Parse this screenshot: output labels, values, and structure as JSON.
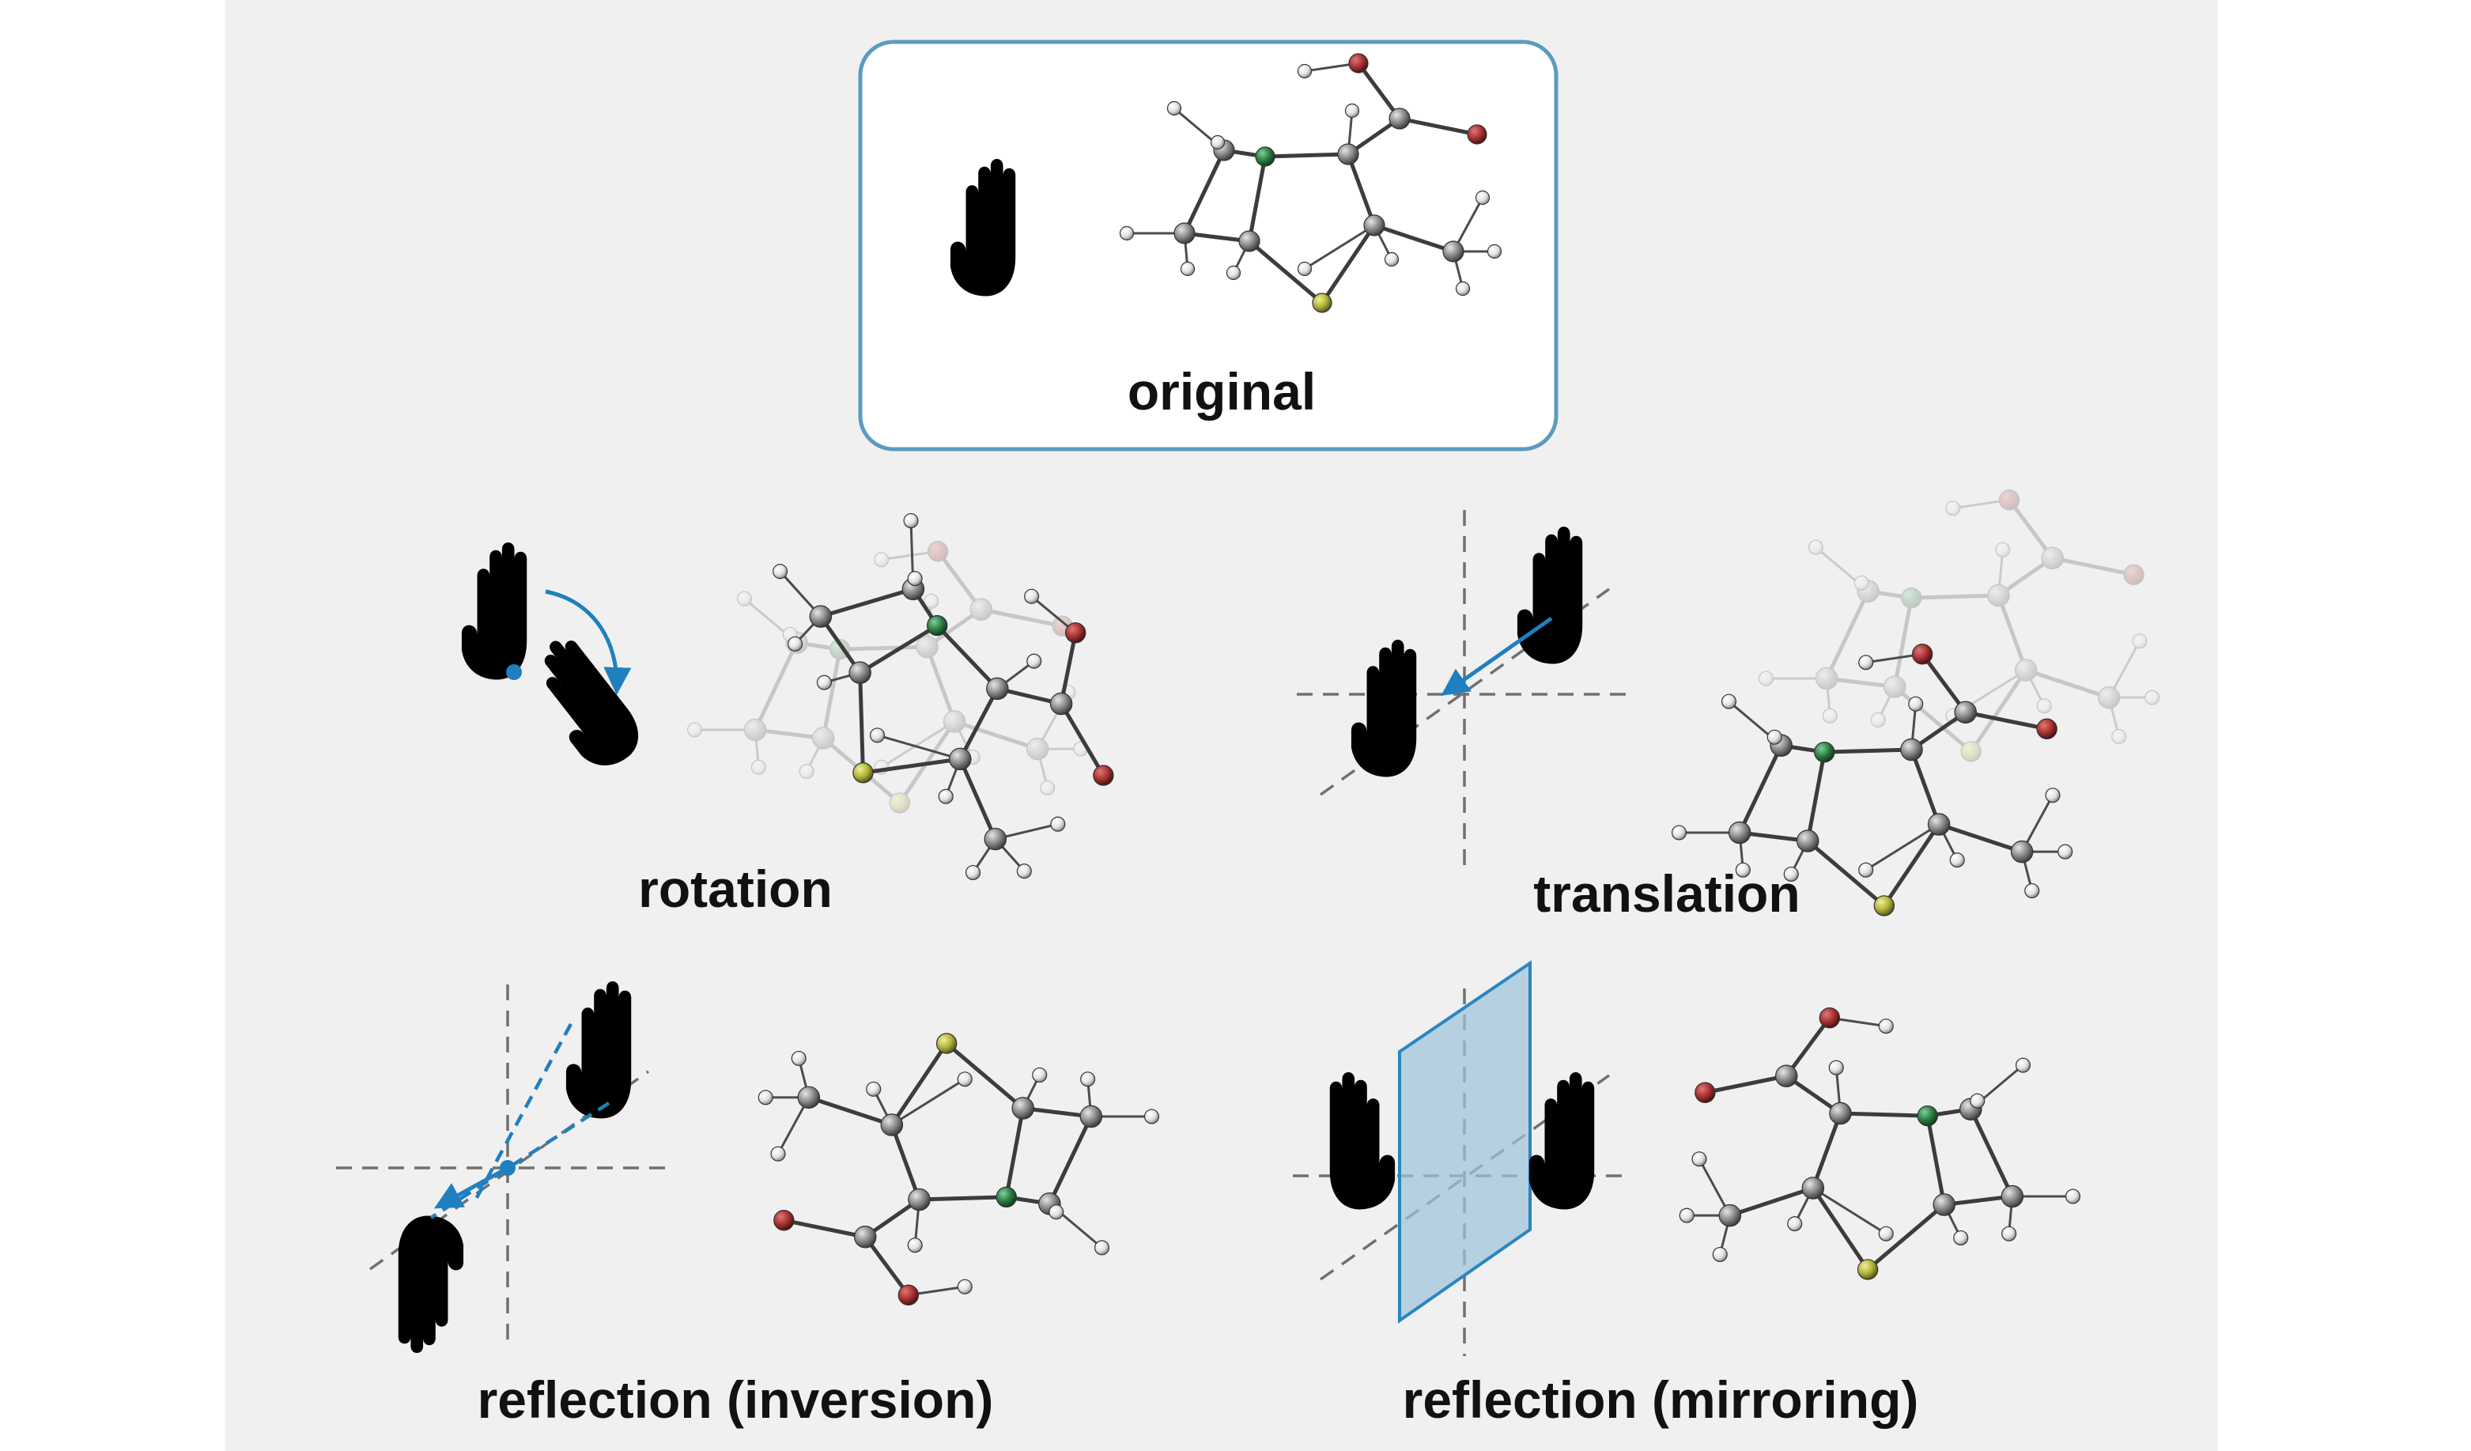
{
  "labels": {
    "original": "original",
    "rotation": "rotation",
    "translation": "translation",
    "inversion": "reflection (inversion)",
    "mirroring": "reflection (mirroring)"
  },
  "colors": {
    "background_panel": "#f0f0f0",
    "box_border": "#5b9bc0",
    "accent_blue": "#1f7fbf",
    "mirror_plane": "#9ec3d9",
    "hand_filled": "#9a9a9a",
    "atom_carbon": "#8a8a8a",
    "atom_hydrogen": "#e8e8e8",
    "atom_oxygen": "#a83232",
    "atom_nitrogen": "#2f7d45",
    "atom_sulfur": "#b4b43a"
  },
  "icons": {
    "hand": "raised-hand-icon",
    "molecule": "ball-and-stick-molecule",
    "rotation_arrow": "curved-arrow-icon",
    "translation_arrow": "straight-arrow-icon",
    "mirror": "mirror-plane"
  }
}
